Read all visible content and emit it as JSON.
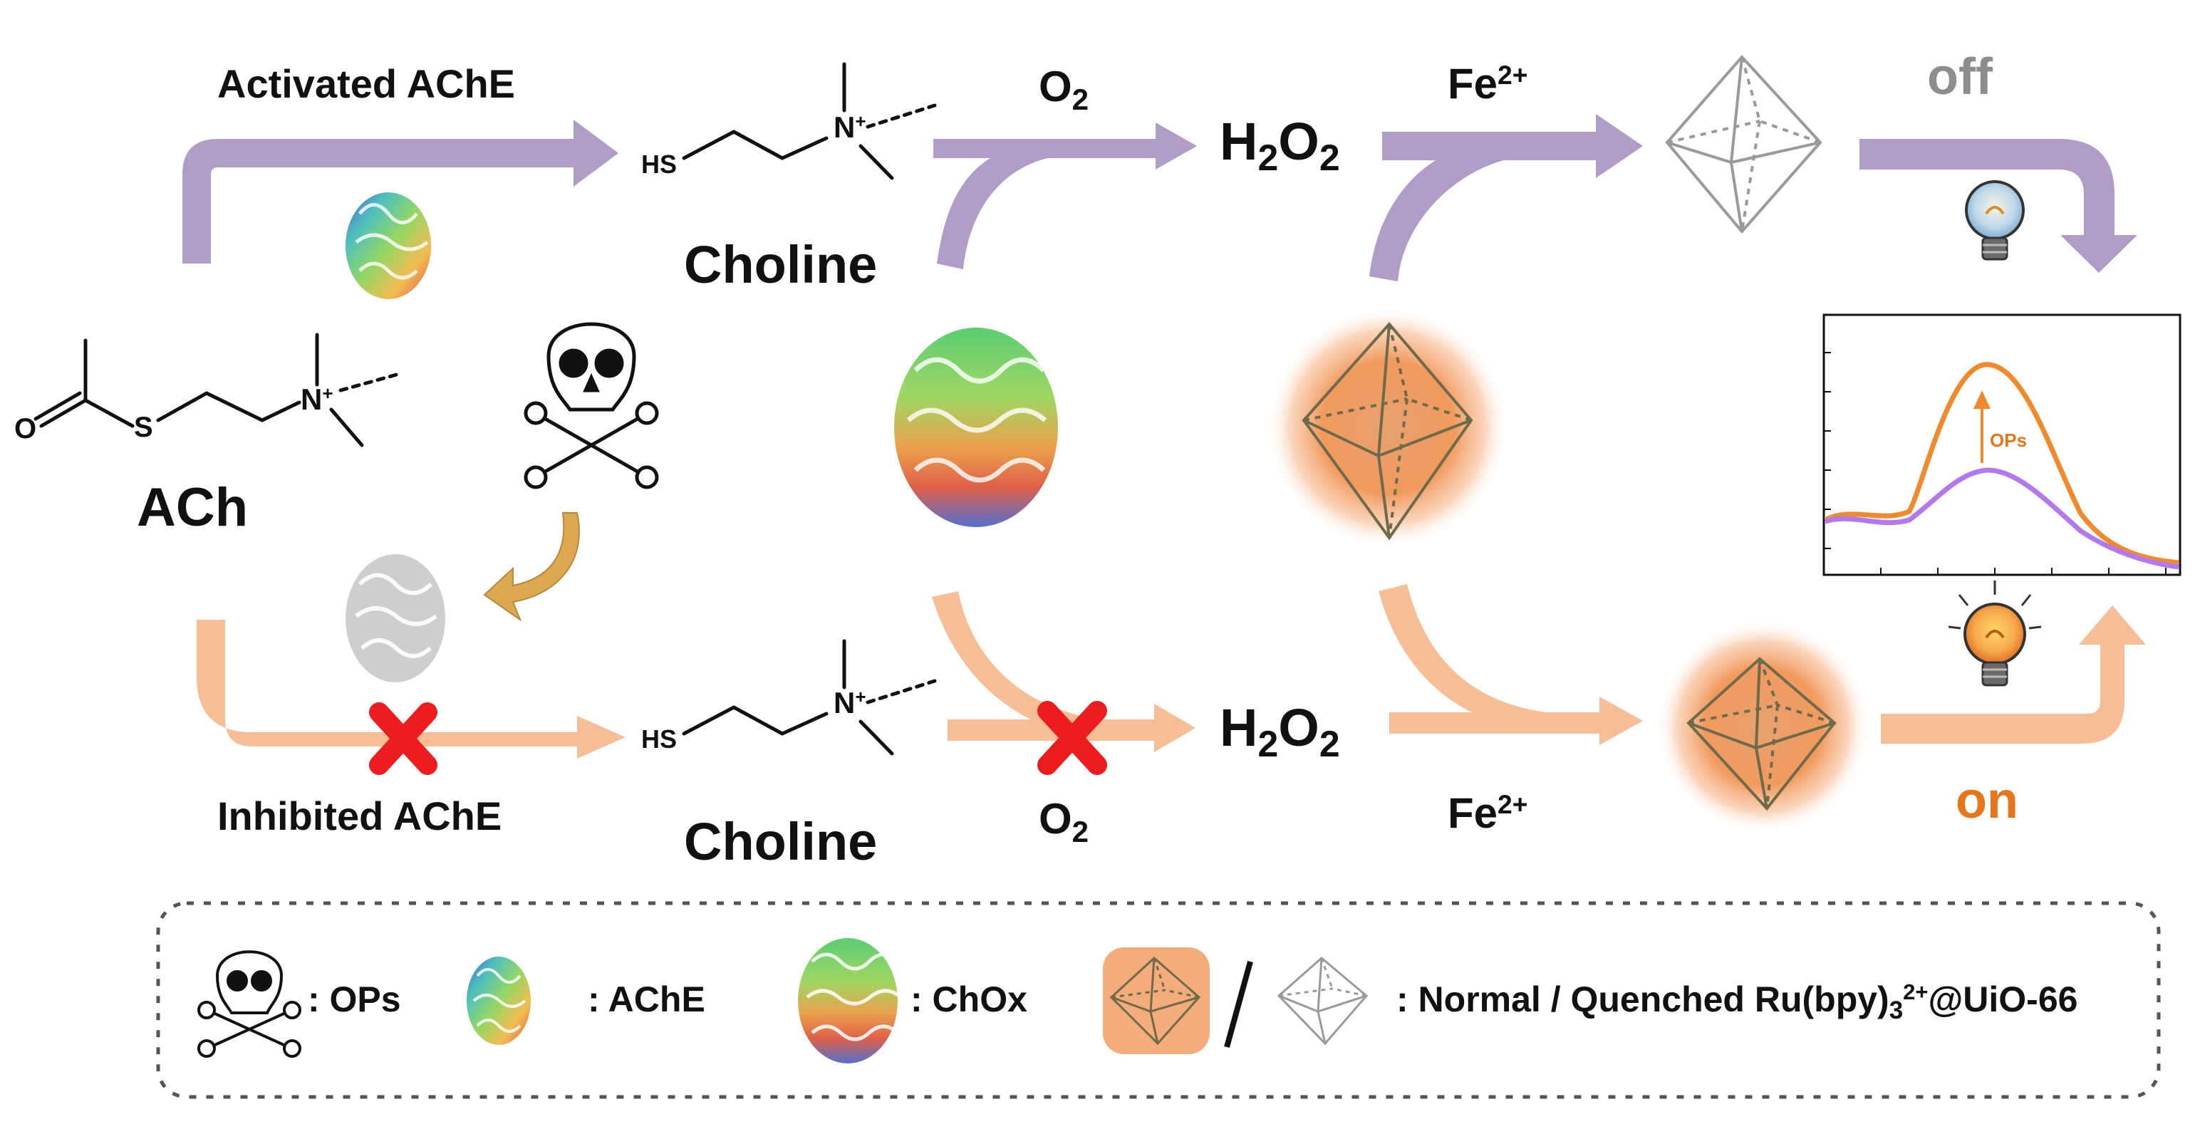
{
  "colors": {
    "activated_arrow": "#b09cc7",
    "inhibited_arrow": "#f6be96",
    "mof_glow": "#f2965b",
    "mof_fill": "#e8a879",
    "off_text": "#8d8d8d",
    "on_text": "#e5761c",
    "spectrum_normal": "#f08a2c",
    "spectrum_quenched": "#b278f0",
    "cross": "#ee1c1c"
  },
  "top": {
    "enzyme_label": "Activated AChE",
    "product_label": "Choline",
    "hs_label": "HS",
    "n_label": "N",
    "plus": "+",
    "o2_base": "O",
    "o2_sub": "2",
    "h2o2_h": "H",
    "h2o2_sub1": "2",
    "h2o2_o": "O",
    "h2o2_sub2": "2",
    "fe_base": "Fe",
    "fe_sup": "2+",
    "state": "off"
  },
  "bottom": {
    "enzyme_label": "Inhibited AChE",
    "product_label": "Choline",
    "hs_label": "HS",
    "n_label": "N",
    "plus": "+",
    "o2_base": "O",
    "o2_sub": "2",
    "h2o2_h": "H",
    "h2o2_sub1": "2",
    "h2o2_o": "O",
    "h2o2_sub2": "2",
    "fe_base": "Fe",
    "fe_sup": "2+",
    "state": "on"
  },
  "ach": {
    "label": "ACh",
    "o_label": "O",
    "s_label": "S",
    "n_label": "N",
    "plus": "+"
  },
  "spectrum": {
    "annotation": "OPs"
  },
  "legend": {
    "ops": ": OPs",
    "ache": ": AChE",
    "chox": ": ChOx",
    "mof_prefix": ": Normal / Quenched Ru(bpy)",
    "mof_sub": "3",
    "mof_sup": "2+",
    "mof_suffix": "@UiO-66"
  }
}
